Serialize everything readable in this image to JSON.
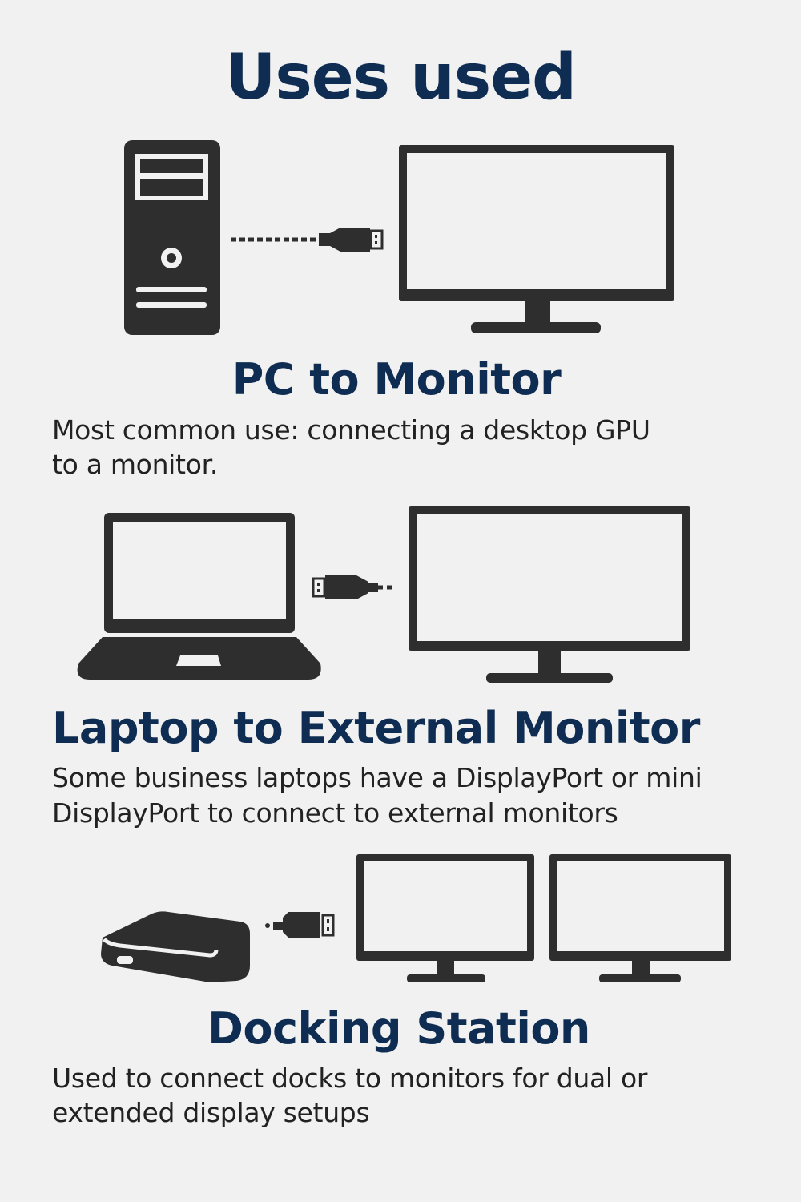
{
  "title": "Uses used",
  "sections": [
    {
      "heading": "PC to Monitor",
      "lines": [
        "Most common use: connecting a desktop GPU",
        "to a monitor."
      ]
    },
    {
      "heading": "Laptop to External Monitor",
      "lines": [
        "Some business laptops have a DisplayPort or mini",
        "DisplayPort to connect to external monitors"
      ]
    },
    {
      "heading": "Docking Station",
      "lines": [
        "Used to connect docks to monitors for dual or",
        "extended display setups"
      ]
    }
  ],
  "colors": {
    "background": "#f1f1f1",
    "heading": "#0f2d52",
    "icon": "#2e2e2e",
    "text": "#222222"
  }
}
